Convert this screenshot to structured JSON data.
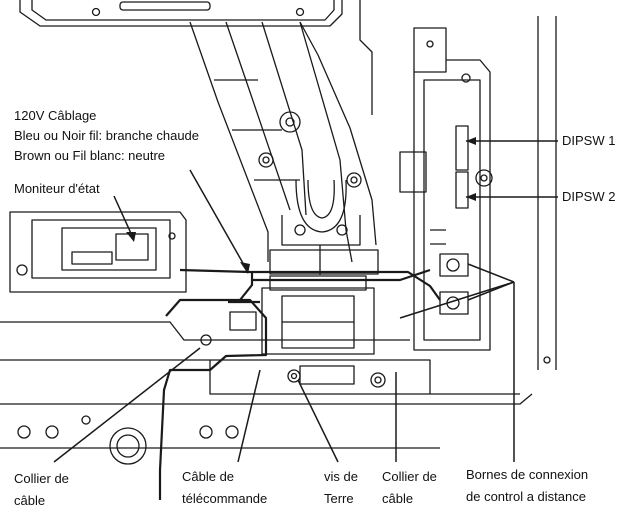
{
  "labels": {
    "wiring": {
      "line1": "120V Câblage",
      "line2": "Bleu ou Noir fil: branche chaude",
      "line3": "Brown ou Fil blanc: neutre"
    },
    "status_monitor": "Moniteur d'état",
    "dipsw1": "DIPSW 1",
    "dipsw2": "DIPSW 2",
    "cable_clamp_left": {
      "line1": "Collier de",
      "line2": "câble"
    },
    "remote_cable": {
      "line1": "Câble de",
      "line2": "télécommande"
    },
    "ground_screw": {
      "line1": "vis de",
      "line2": "Terre"
    },
    "cable_clamp_right": {
      "line1": "Collier de",
      "line2": "câble"
    },
    "remote_terminals": {
      "line1": "Bornes de connexion",
      "line2": "de control a distance"
    }
  },
  "colors": {
    "line": "#1a1a1a",
    "background": "#ffffff"
  }
}
